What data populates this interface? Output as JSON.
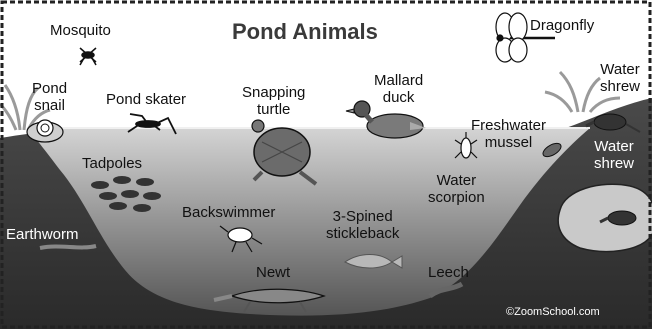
{
  "title": "Pond Animals",
  "credit": "©ZoomSchool.com",
  "labels": {
    "mosquito": "Mosquito",
    "dragonfly": "Dragonfly",
    "pond_snail": [
      "Pond",
      "snail"
    ],
    "pond_skater": "Pond skater",
    "snapping_turtle": [
      "Snapping",
      "turtle"
    ],
    "mallard_duck": [
      "Mallard",
      "duck"
    ],
    "water_shrew_top": [
      "Water",
      "shrew"
    ],
    "freshwater_mussel": [
      "Freshwater",
      "mussel"
    ],
    "water_shrew_right": [
      "Water",
      "shrew"
    ],
    "tadpoles": "Tadpoles",
    "water_scorpion": [
      "Water",
      "scorpion"
    ],
    "backswimmer": "Backswimmer",
    "three_spined_stickleback": [
      "3-Spined",
      "stickleback"
    ],
    "earthworm": "Earthworm",
    "newt": "Newt",
    "leech": "Leech"
  },
  "colors": {
    "sky": "#ffffff",
    "water_surface": "#c8c8c8",
    "water_deep": "#5a5a5a",
    "earth": "#3a3a3a",
    "border": "#222222"
  }
}
